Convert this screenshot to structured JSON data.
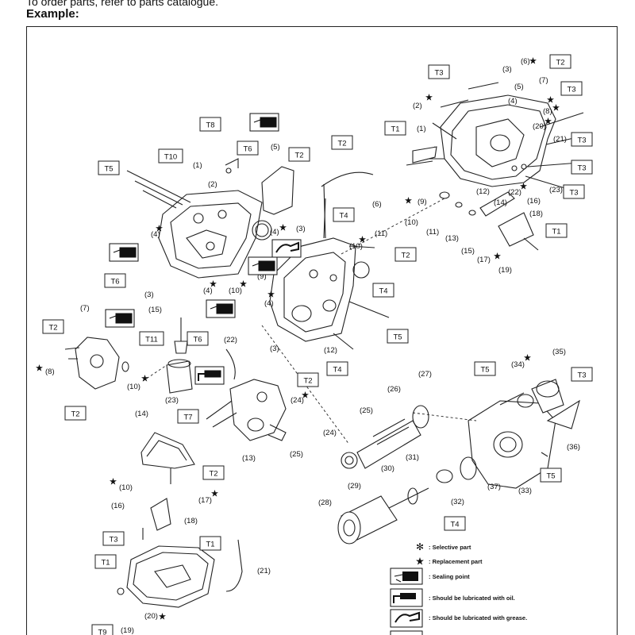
{
  "header": {
    "order_note": "To order parts, refer to parts catalogue.",
    "example_label": "Example:"
  },
  "colors": {
    "line": "#222222",
    "background": "#ffffff"
  },
  "torque_boxes": [
    {
      "label": "T3"
    },
    {
      "label": "T2"
    },
    {
      "label": "T3"
    },
    {
      "label": "T1"
    },
    {
      "label": "T3"
    },
    {
      "label": "T3"
    },
    {
      "label": "T3"
    },
    {
      "label": "T8"
    },
    {
      "label": "T6"
    },
    {
      "label": "T2"
    },
    {
      "label": "T10"
    },
    {
      "label": "T5"
    },
    {
      "label": "T2"
    },
    {
      "label": "T4"
    },
    {
      "label": "T1"
    },
    {
      "label": "T6"
    },
    {
      "label": "T2"
    },
    {
      "label": "T4"
    },
    {
      "label": "T11"
    },
    {
      "label": "T6"
    },
    {
      "label": "T2"
    },
    {
      "label": "T5"
    },
    {
      "label": "T2"
    },
    {
      "label": "T4"
    },
    {
      "label": "T2"
    },
    {
      "label": "T7"
    },
    {
      "label": "T5"
    },
    {
      "label": "T3"
    },
    {
      "label": "T5"
    },
    {
      "label": "T4"
    },
    {
      "label": "T2"
    },
    {
      "label": "T3"
    },
    {
      "label": "T1"
    },
    {
      "label": "T1"
    },
    {
      "label": "T9"
    }
  ],
  "callouts": [
    {
      "text": "(3)"
    },
    {
      "text": "(6)"
    },
    {
      "text": "(5)"
    },
    {
      "text": "(7)"
    },
    {
      "text": "(4)"
    },
    {
      "text": "(8)"
    },
    {
      "text": "(2)"
    },
    {
      "text": "(1)"
    },
    {
      "text": "(20)"
    },
    {
      "text": "(21)"
    },
    {
      "text": "(22)"
    },
    {
      "text": "(23)"
    },
    {
      "text": "(12)"
    },
    {
      "text": "(14)"
    },
    {
      "text": "(16)"
    },
    {
      "text": "(18)"
    },
    {
      "text": "(9)"
    },
    {
      "text": "(10)"
    },
    {
      "text": "(11)"
    },
    {
      "text": "(13)"
    },
    {
      "text": "(15)"
    },
    {
      "text": "(17)"
    },
    {
      "text": "(19)"
    },
    {
      "text": "(1)"
    },
    {
      "text": "(2)"
    },
    {
      "text": "(5)"
    },
    {
      "text": "(3)"
    },
    {
      "text": "(4)"
    },
    {
      "text": "(6)"
    },
    {
      "text": "(4)"
    },
    {
      "text": "(3)"
    },
    {
      "text": "(4)"
    },
    {
      "text": "(10)"
    },
    {
      "text": "(9)"
    },
    {
      "text": "(10)"
    },
    {
      "text": "(11)"
    },
    {
      "text": "(4)"
    },
    {
      "text": "(3)"
    },
    {
      "text": "(12)"
    },
    {
      "text": "(7)"
    },
    {
      "text": "(15)"
    },
    {
      "text": "(22)"
    },
    {
      "text": "(23)"
    },
    {
      "text": "(8)"
    },
    {
      "text": "(10)"
    },
    {
      "text": "(24)"
    },
    {
      "text": "(13)"
    },
    {
      "text": "(25)"
    },
    {
      "text": "(14)"
    },
    {
      "text": "(27)"
    },
    {
      "text": "(26)"
    },
    {
      "text": "(25)"
    },
    {
      "text": "(24)"
    },
    {
      "text": "(30)"
    },
    {
      "text": "(31)"
    },
    {
      "text": "(29)"
    },
    {
      "text": "(28)"
    },
    {
      "text": "(32)"
    },
    {
      "text": "(34)"
    },
    {
      "text": "(35)"
    },
    {
      "text": "(36)"
    },
    {
      "text": "(37)"
    },
    {
      "text": "(33)"
    },
    {
      "text": "(10)"
    },
    {
      "text": "(17)"
    },
    {
      "text": "(16)"
    },
    {
      "text": "(18)"
    },
    {
      "text": "(21)"
    },
    {
      "text": "(20)"
    },
    {
      "text": "(19)"
    }
  ],
  "legend": {
    "selective": ": Selective part",
    "replacement": ": Replacement part",
    "sealing": ": Sealing point",
    "oil": ": Should be lubricated with oil.",
    "grease": ": Should be lubricated with grease."
  }
}
